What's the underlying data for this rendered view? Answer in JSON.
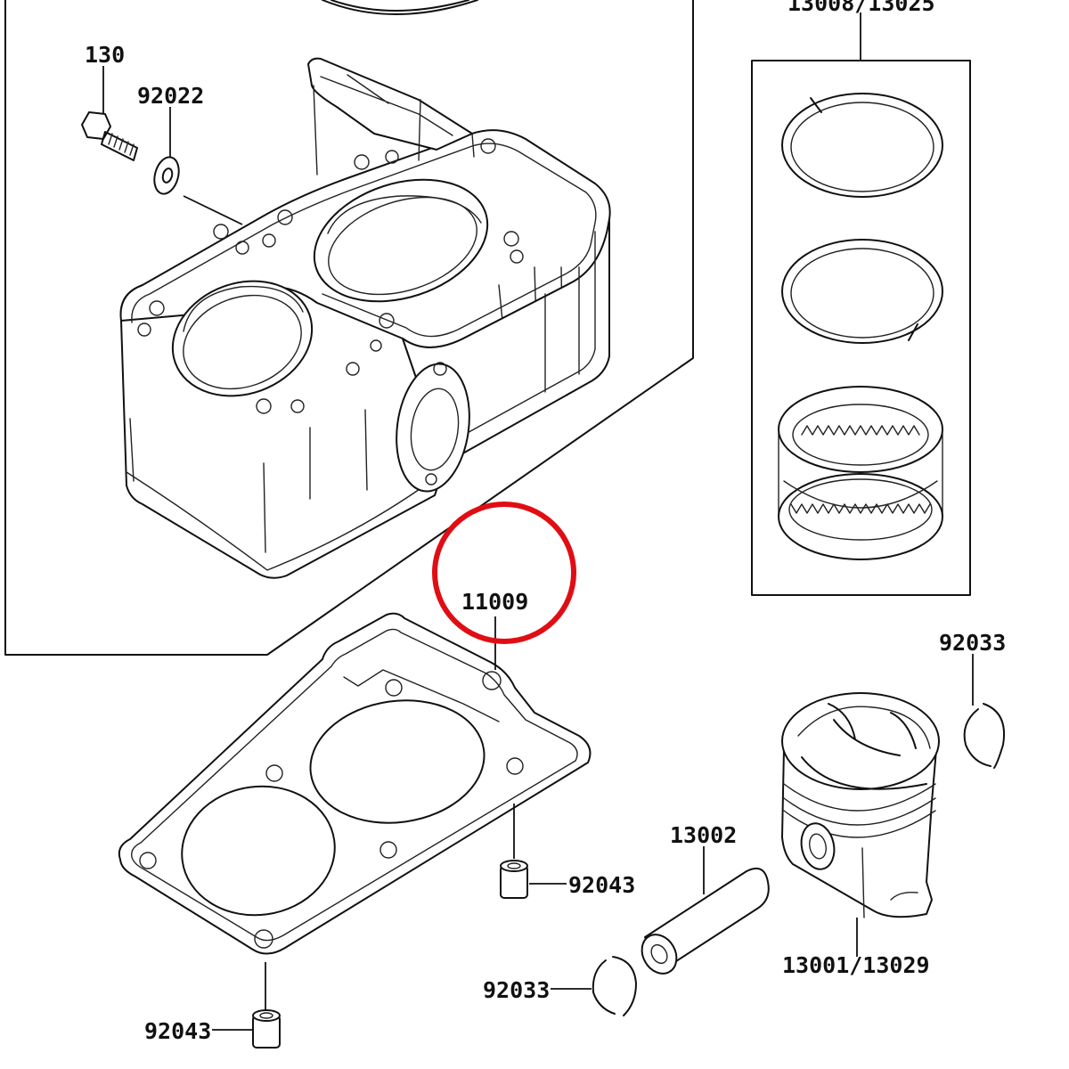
{
  "labels": {
    "bolt": "130",
    "washer": "92022",
    "ring_set": "13008/13025",
    "gasket": "11009",
    "dowel_upper": "92043",
    "dowel_lower": "92043",
    "circlip_right": "92033",
    "circlip_bottom": "92033",
    "piston_pin": "13002",
    "piston": "13001/13029"
  },
  "colors": {
    "line": "#111111",
    "highlight": "#e00e14",
    "background": "#ffffff"
  }
}
